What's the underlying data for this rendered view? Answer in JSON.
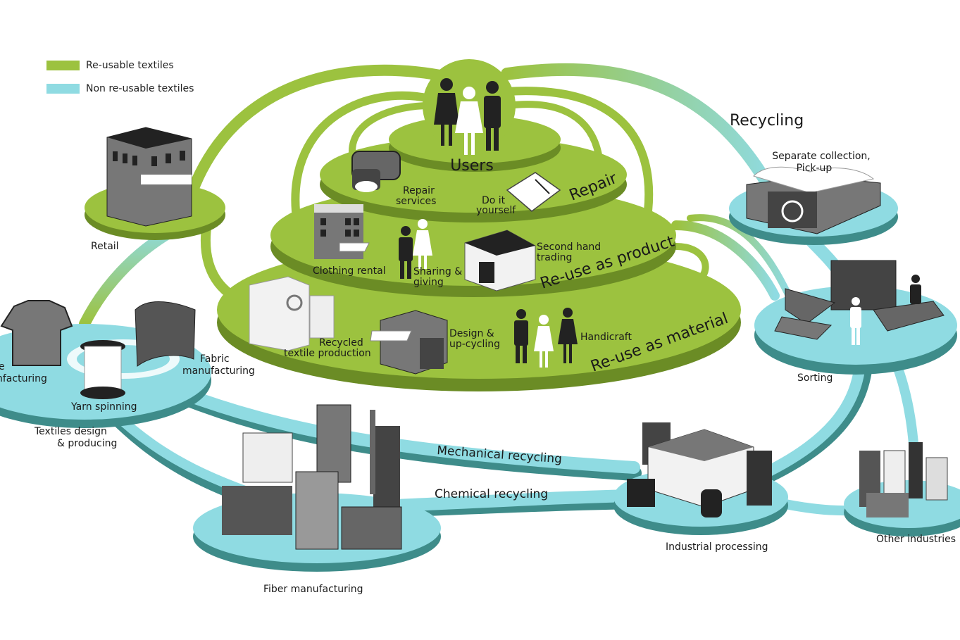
{
  "colors": {
    "reusable": "#9cc23f",
    "reusable_side": "#6b8c25",
    "non_reusable": "#8fdbe2",
    "non_reusable_side": "#3e8c8a",
    "building_dark": "#222222",
    "building_gray": "#808080"
  },
  "legend": [
    {
      "label": "Re-usable textiles",
      "color": "#9cc23f"
    },
    {
      "label": "Non re-usable textiles",
      "color": "#8fdbe2"
    }
  ],
  "tiers": {
    "users": "Users",
    "repair": "Repair",
    "reuse_product": "Re-use as product",
    "reuse_material": "Re-use as material"
  },
  "nodes": {
    "repair_services": [
      "Repair",
      "services"
    ],
    "do_it_yourself": [
      "Do it",
      "yourself"
    ],
    "clothing_rental": "Clothing rental",
    "sharing_giving": [
      "Sharing &",
      "giving"
    ],
    "second_hand": [
      "Second hand",
      "trading"
    ],
    "recycled_textile": [
      "Recycled",
      "textile production"
    ],
    "design_upcycling": [
      "Design &",
      "up-cycling"
    ],
    "handicraft": "Handicraft",
    "retail": "Retail",
    "garment": [
      "e",
      "nfacturing"
    ],
    "yarn_spinning": "Yarn spinning",
    "fabric_manufacturing": [
      "Fabric",
      "manufacturing"
    ],
    "textiles_design": [
      "Textiles design",
      "& producing"
    ],
    "fiber_manufacturing": "Fiber manufacturing",
    "recycling": "Recycling",
    "separate_collection": [
      "Separate collection,",
      "Pick-up"
    ],
    "sorting": "Sorting",
    "industrial_processing": "Industrial processing",
    "other_industries": "Other industries"
  },
  "flows": {
    "mechanical": "Mechanical recycling",
    "chemical": "Chemical recycling"
  }
}
